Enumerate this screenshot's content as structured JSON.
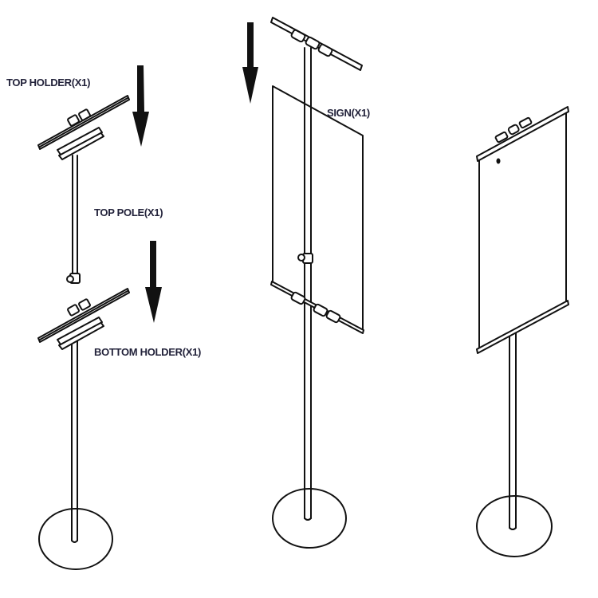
{
  "diagram": {
    "type": "assembly-instructions",
    "steps": [
      {
        "id": "step-1",
        "description": "Exploded stand: top holder and bottom holder slide onto poles",
        "labels": [
          {
            "key": "top_holder",
            "text": "TOP HOLDER(X1)"
          },
          {
            "key": "top_pole",
            "text": "TOP POLE(X1)"
          },
          {
            "key": "bottom_holder",
            "text": "BOTTOM HOLDER(X1)"
          }
        ]
      },
      {
        "id": "step-2",
        "description": "Sign inserted between holders, top holder lowered",
        "labels": [
          {
            "key": "sign",
            "text": "SIGN(X1)"
          }
        ]
      },
      {
        "id": "step-3",
        "description": "Assembled sign stand",
        "labels": []
      }
    ]
  },
  "labels": {
    "top_holder": "TOP HOLDER(X1)",
    "top_pole": "TOP POLE(X1)",
    "bottom_holder": "BOTTOM HOLDER(X1)",
    "sign": "SIGN(X1)"
  },
  "colors": {
    "line": "#111111",
    "text": "#22223a",
    "background": "#ffffff"
  }
}
